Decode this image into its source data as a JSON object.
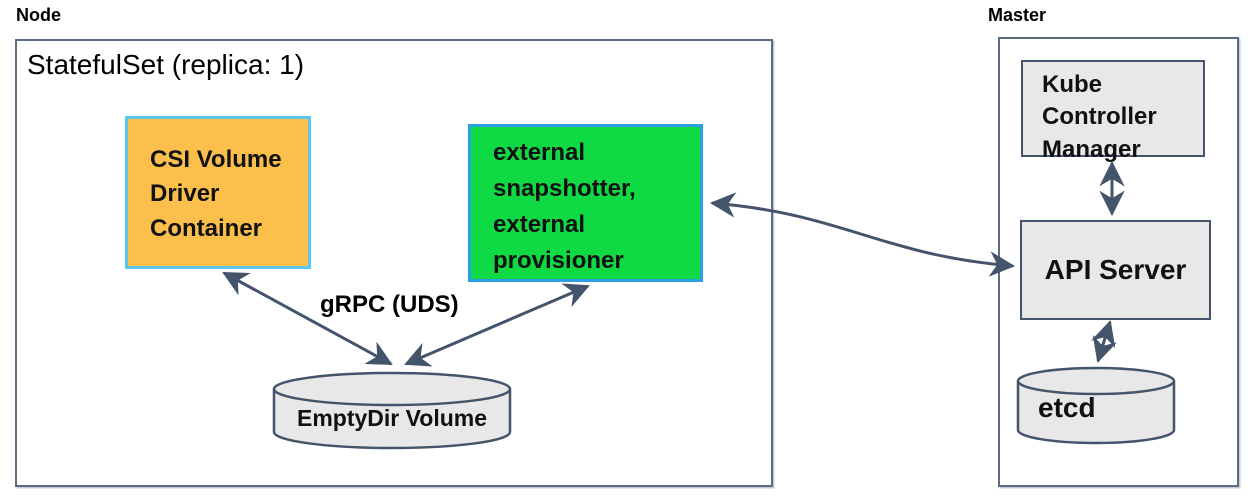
{
  "node": {
    "title": "Node",
    "statefulset": "StatefulSet (replica: 1)",
    "csi_box": "CSI Volume\nDriver\nContainer",
    "sidecar_box": "external\nsnapshotter,\nexternal\nprovisioner",
    "grpc": "gRPC (UDS)",
    "emptydir": "EmptyDir Volume"
  },
  "master": {
    "title": "Master",
    "kcm": "Kube\nController\nManager",
    "api": "API Server",
    "etcd": "etcd"
  },
  "colors": {
    "csi_fill": "#FCBF4B",
    "csi_border": "#5BC6EF",
    "sidecar_fill": "#0FD943",
    "sidecar_border": "#2C9EE4",
    "gray_fill": "#E8E8E8",
    "box_border": "#44546A",
    "container_border": "#5B6B84",
    "arrow": "#44546A",
    "text": "#111111"
  }
}
